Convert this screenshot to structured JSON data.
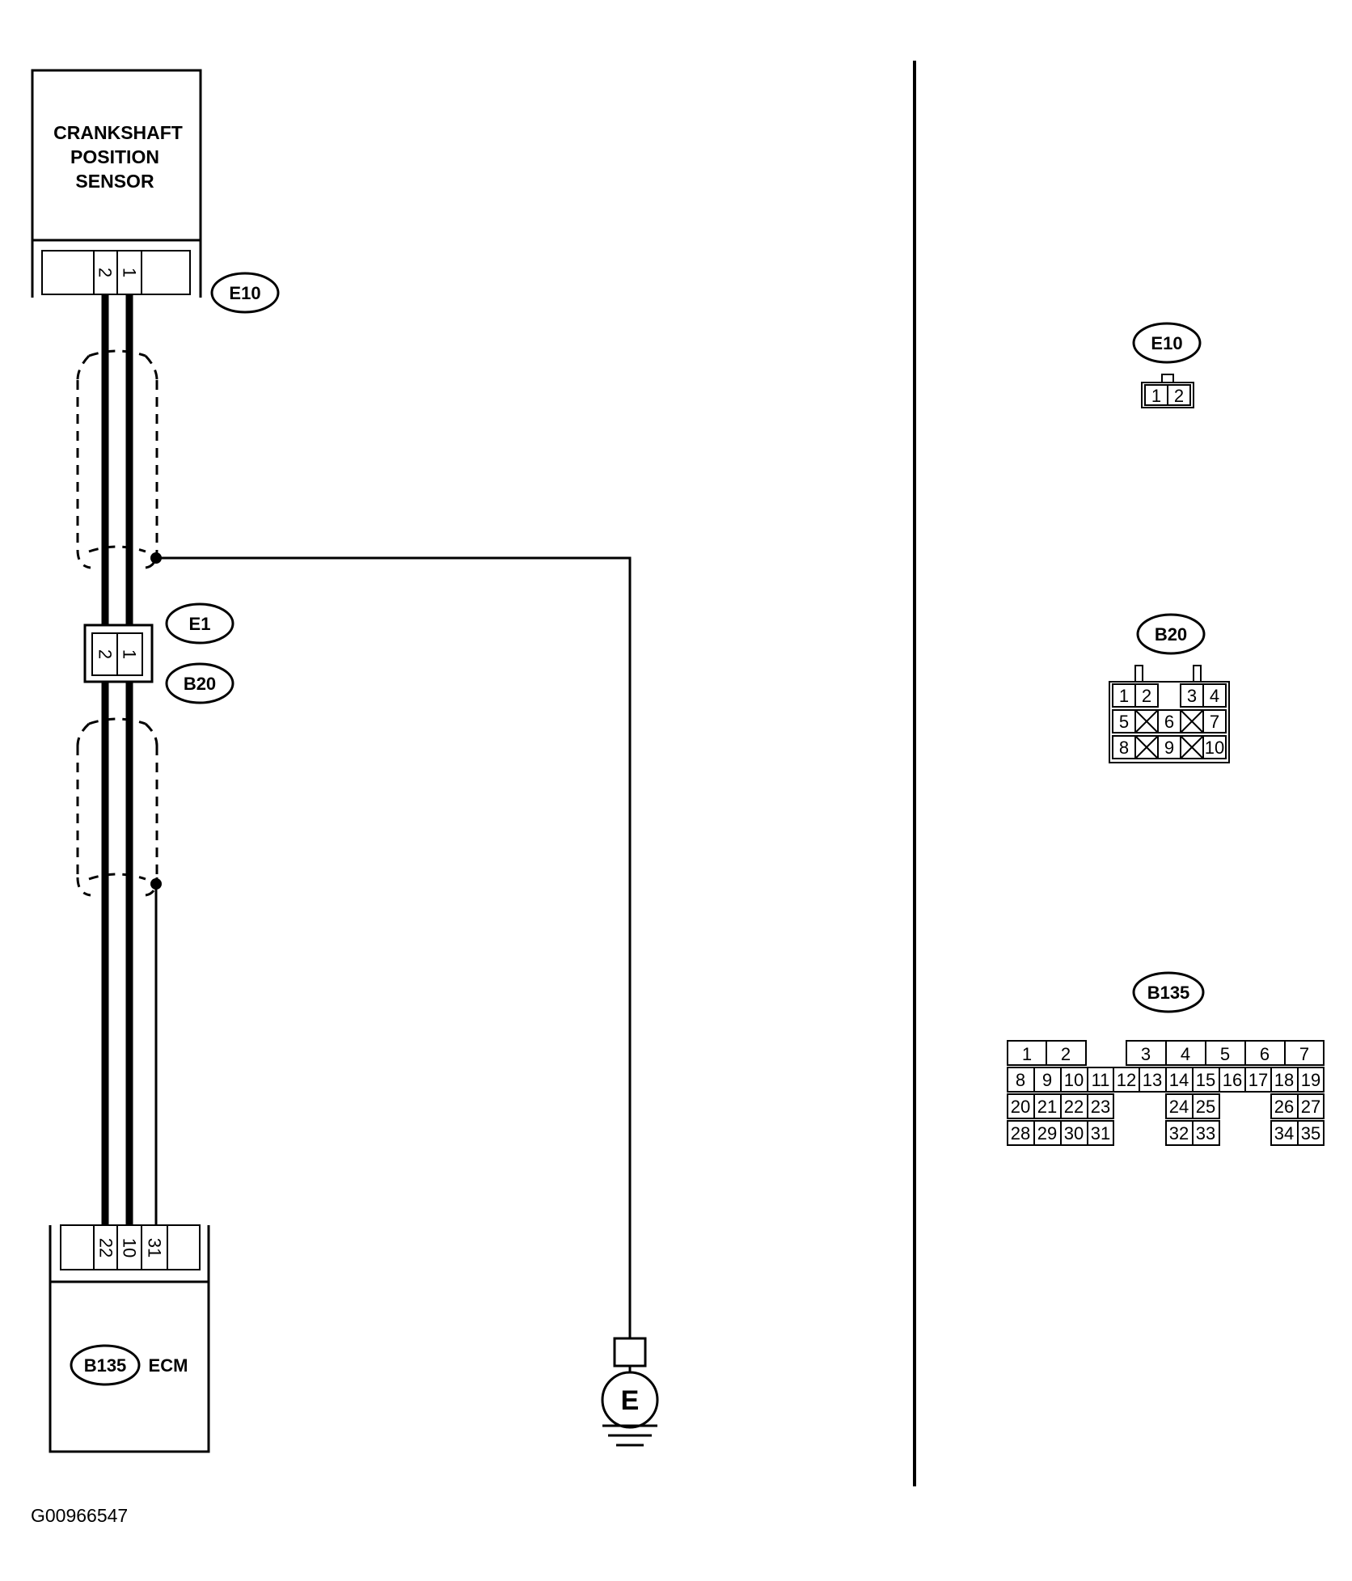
{
  "sensor": {
    "line1": "CRANKSHAFT",
    "line2": "POSITION",
    "line3": "SENSOR",
    "connector_id": "E10",
    "pins": [
      "2",
      "1"
    ]
  },
  "junction": {
    "upper_id": "E1",
    "lower_id": "B20",
    "pins": [
      "2",
      "1"
    ]
  },
  "ecm": {
    "connector_id": "B135",
    "label": "ECM",
    "pins": [
      "22",
      "10",
      "31"
    ]
  },
  "ground": {
    "label": "E"
  },
  "figure_code": "G00966547",
  "connector_views": {
    "e10": {
      "id": "E10",
      "pins": [
        "1",
        "2"
      ]
    },
    "b20": {
      "id": "B20",
      "row1": [
        "1",
        "2",
        "3",
        "4"
      ],
      "row2": [
        "5",
        "6",
        "7"
      ],
      "row3": [
        "8",
        "9",
        "10"
      ]
    },
    "b135": {
      "id": "B135",
      "row1": [
        "1",
        "2",
        "3",
        "4",
        "5",
        "6",
        "7"
      ],
      "row2": [
        "8",
        "9",
        "10",
        "11",
        "12",
        "13",
        "14",
        "15",
        "16",
        "17",
        "18",
        "19"
      ],
      "row3": [
        "20",
        "21",
        "22",
        "23",
        "24",
        "25",
        "26",
        "27"
      ],
      "row4": [
        "28",
        "29",
        "30",
        "31",
        "32",
        "33",
        "34",
        "35"
      ]
    }
  }
}
